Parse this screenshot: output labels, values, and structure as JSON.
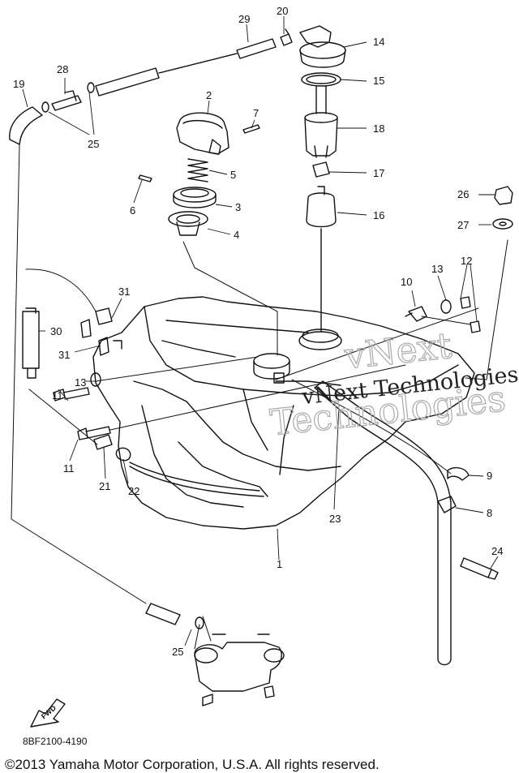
{
  "callouts": [
    "1",
    "2",
    "3",
    "4",
    "5",
    "6",
    "7",
    "8",
    "9",
    "10",
    "11",
    "11",
    "12",
    "13",
    "13",
    "14",
    "15",
    "16",
    "17",
    "18",
    "19",
    "20",
    "21",
    "22",
    "23",
    "24",
    "25",
    "25",
    "26",
    "27",
    "28",
    "29",
    "30",
    "31",
    "31"
  ],
  "watermark": {
    "line1": "vNext Technologies",
    "line2": "vNext",
    "line3": "Technologies"
  },
  "fwd_label": "FWD",
  "drawing_code": "8BF2100-4190",
  "copyright": "©2013 Yamaha Motor Corporation, U.S.A. All rights reserved."
}
